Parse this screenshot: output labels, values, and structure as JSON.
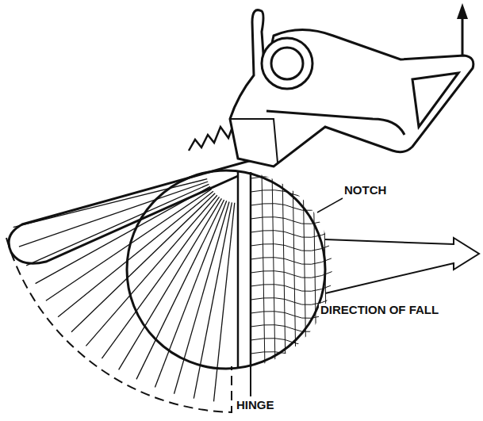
{
  "diagram": {
    "labels": [
      "NOTCH",
      "DIRECTION OF FALL",
      "HINGE"
    ]
  }
}
